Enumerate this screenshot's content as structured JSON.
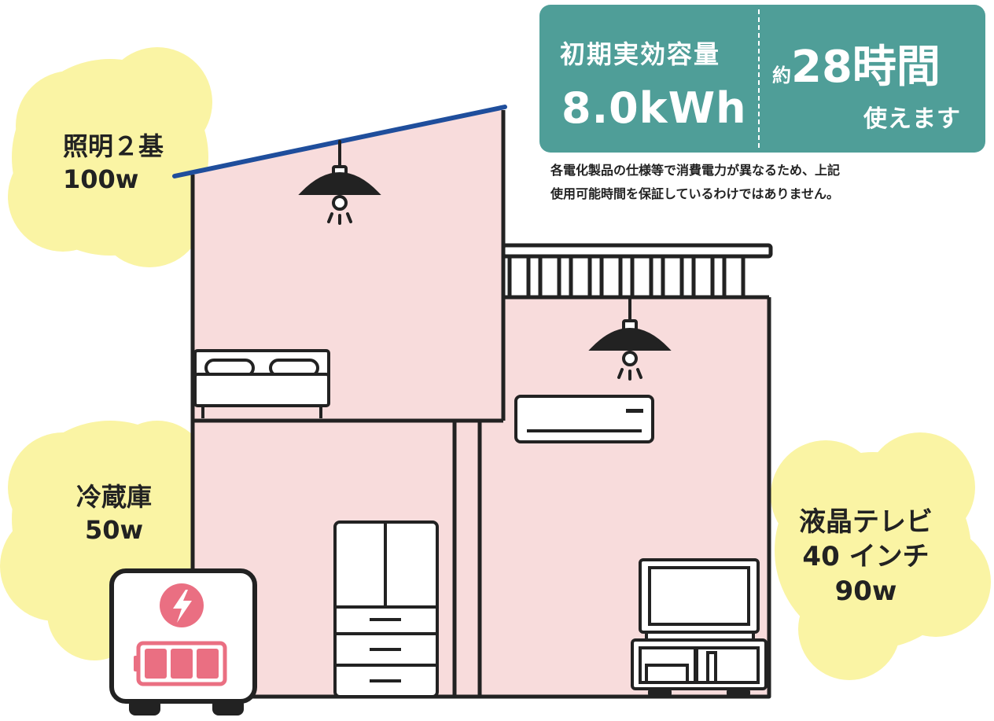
{
  "capacity": {
    "label": "初期実効容量",
    "value": "8.0kWh",
    "duration_prefix": "約",
    "duration": "28時間",
    "duration_suffix": "使えます"
  },
  "note": {
    "line1": "各電化製品の仕様等で消費電力が異なるため、上記",
    "line2": "使用可能時間を保証しているわけではありません。"
  },
  "appliances": {
    "lighting": {
      "name": "照明２基",
      "power": "100w"
    },
    "fridge": {
      "name": "冷蔵庫",
      "power": "50w"
    },
    "tv": {
      "line1": "液晶テレビ",
      "line2": "40 インチ",
      "power": "90w"
    }
  },
  "colors": {
    "accent": "#4f9e98",
    "bubble": "#faf4a4",
    "house_fill": "#f8dcdc",
    "roof": "#1f4e9c",
    "battery": "#ea6f82",
    "outline": "#222222"
  },
  "icons": [
    "pendant-lamp-icon",
    "bed-icon",
    "air-conditioner-icon",
    "refrigerator-icon",
    "tv-icon",
    "lightning-icon",
    "battery-level-icon"
  ]
}
